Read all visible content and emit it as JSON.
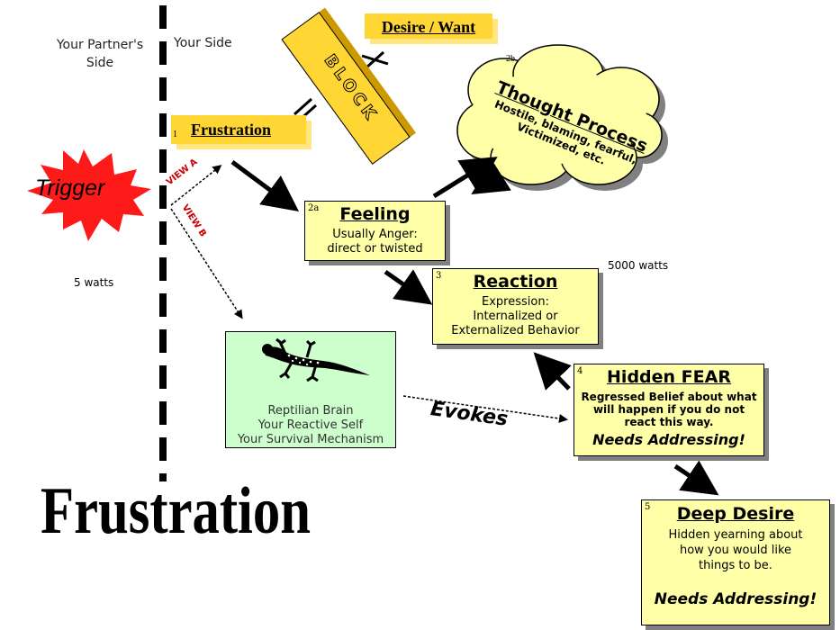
{
  "sides": {
    "partner": "Your Partner's\nSide",
    "yours": "Your Side"
  },
  "trigger": {
    "label": "Trigger",
    "watts": "5 watts"
  },
  "block": {
    "label": "BLOCK"
  },
  "desire_want": {
    "label": "Desire / Want"
  },
  "frustration_tag": {
    "number": "1",
    "label": "Frustration"
  },
  "thought_process": {
    "number": "2b",
    "title": "Thought Process",
    "line1": "Hostile, blaming, fearful,",
    "line2": "Victimized, etc."
  },
  "views": {
    "a": "VIEW A",
    "b": "VIEW B"
  },
  "feeling": {
    "number": "2a",
    "title": "Feeling",
    "line1": "Usually Anger:",
    "line2": "direct or twisted"
  },
  "reaction": {
    "number": "3",
    "title": "Reaction",
    "line1": "Expression:",
    "line2": "Internalized or",
    "line3": "Externalized Behavior",
    "watts": "5000 watts"
  },
  "reptilian": {
    "line1": "Reptilian Brain",
    "line2": "Your Reactive Self",
    "line3": "Your Survival Mechanism",
    "icon": "lizard-icon"
  },
  "evokes": {
    "label": "Evokes"
  },
  "hidden_fear": {
    "number": "4",
    "title": "Hidden FEAR",
    "line1": "Regressed Belief about what",
    "line2": "will happen if you do not",
    "line3": "react this way.",
    "emphasis": "Needs Addressing!"
  },
  "deep_desire": {
    "number": "5",
    "title": "Deep Desire",
    "line1": "Hidden yearning about",
    "line2": "how you would like",
    "line3": "things to be.",
    "emphasis": "Needs Addressing!"
  },
  "big_title": {
    "label": "Frustration"
  },
  "colors": {
    "box": "#ffffa8",
    "gold": "#ffd633",
    "reptile_bg": "#ccffcc",
    "trigger": "#ff1a1a",
    "view_label": "#cc0000"
  }
}
